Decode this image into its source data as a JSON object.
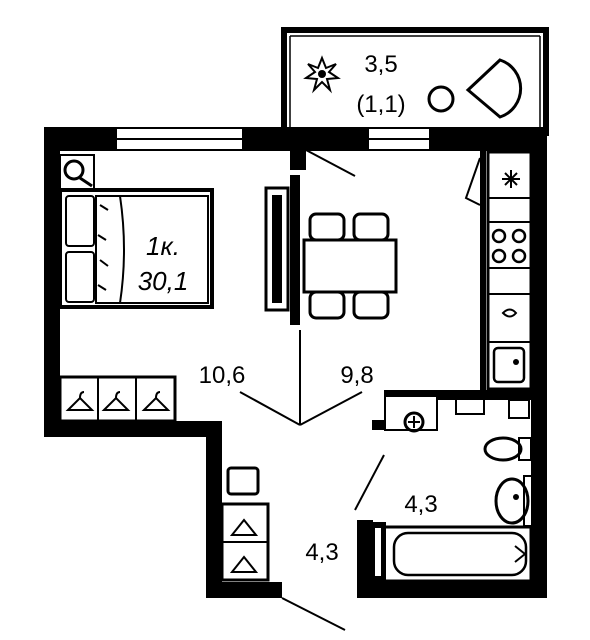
{
  "apartment": {
    "type_label": "1к.",
    "total_area": "30,1"
  },
  "rooms": {
    "balcony": {
      "area": "3,5",
      "reduced_area": "(1,1)"
    },
    "bedroom": {
      "area": "10,6"
    },
    "kitchen": {
      "area": "9,8"
    },
    "bathroom": {
      "area": "4,3"
    },
    "hallway": {
      "area": "4,3"
    }
  },
  "colors": {
    "wall": "#000000",
    "background": "#ffffff",
    "window": "#ffffff"
  },
  "icons": [
    "snowflake-plant-icon",
    "round-table-icon",
    "quarter-chair-icon",
    "boiler-icon",
    "hanger-icon",
    "hob-icon",
    "sink-icon",
    "toilet-icon",
    "bathtub-icon",
    "washbasin-icon"
  ]
}
